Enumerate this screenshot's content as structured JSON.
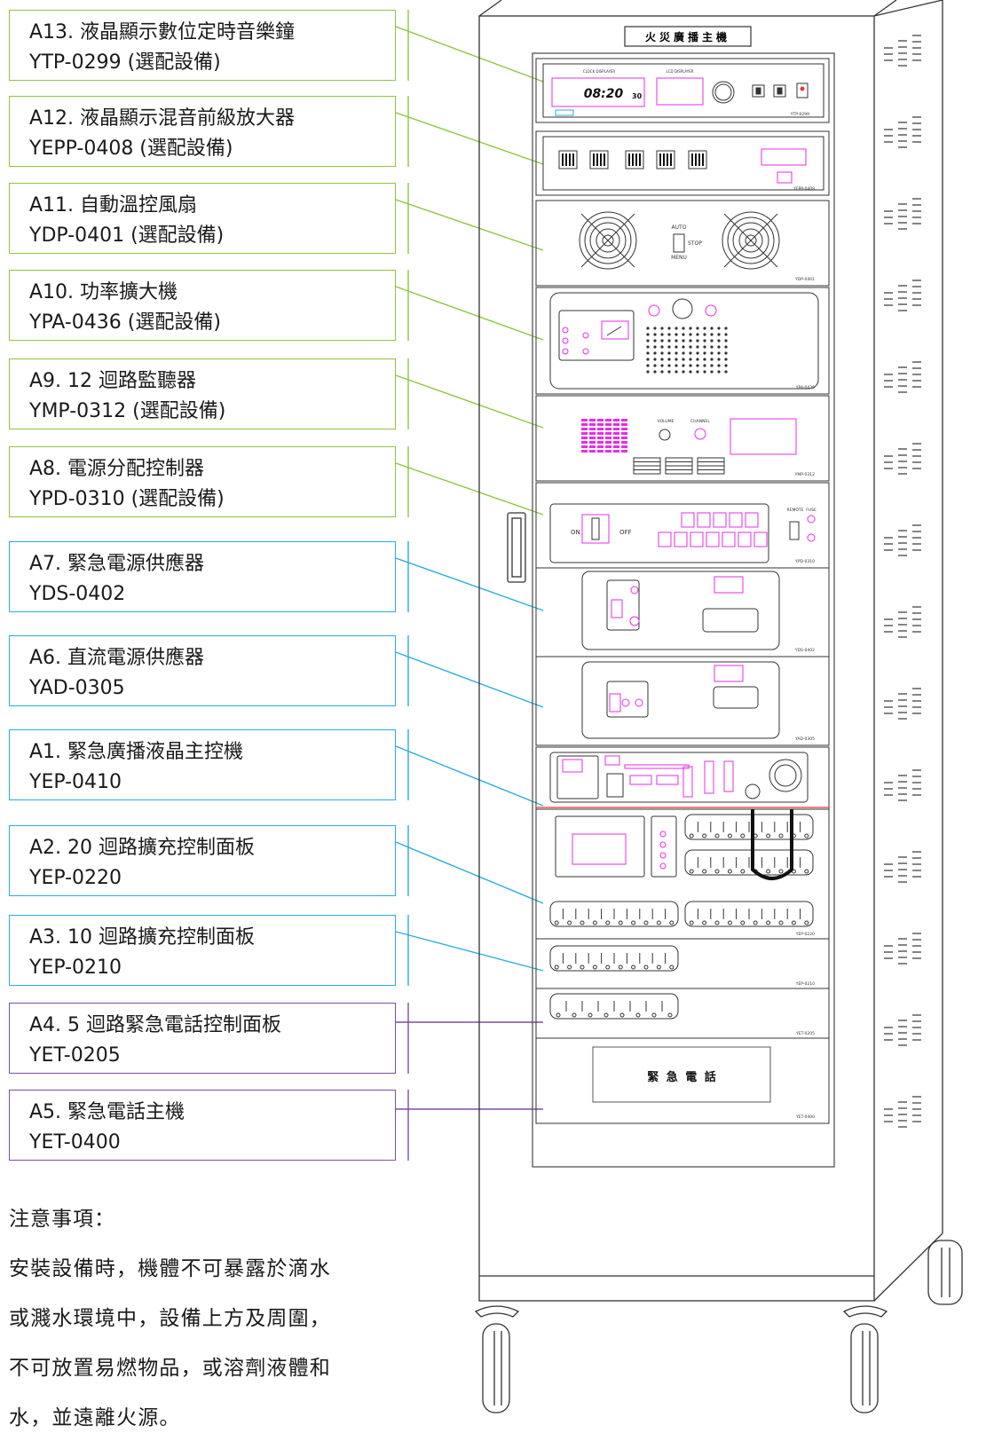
{
  "labels": [
    {
      "line1": "A13. 液晶顯示數位定時音樂鐘",
      "line2": "YTP-0299 (選配設備)",
      "color": "green"
    },
    {
      "line1": "A12. 液晶顯示混音前級放大器",
      "line2": "YEPP-0408 (選配設備)",
      "color": "green"
    },
    {
      "line1": "A11. 自動溫控風扇",
      "line2": "YDP-0401 (選配設備)",
      "color": "green"
    },
    {
      "line1": "A10. 功率擴大機",
      "line2": "YPA-0436 (選配設備)",
      "color": "green"
    },
    {
      "line1": "A9. 12 迴路監聽器",
      "line2": "YMP-0312 (選配設備)",
      "color": "green"
    },
    {
      "line1": "A8. 電源分配控制器",
      "line2": "YPD-0310 (選配設備)",
      "color": "green"
    },
    {
      "line1": "A7. 緊急電源供應器",
      "line2": "YDS-0402",
      "color": "blue"
    },
    {
      "line1": "A6. 直流電源供應器",
      "line2": "YAD-0305",
      "color": "blue"
    },
    {
      "line1": "A1. 緊急廣播液晶主控機",
      "line2": "YEP-0410",
      "color": "blue"
    },
    {
      "line1": "A2. 20 迴路擴充控制面板",
      "line2": "YEP-0220",
      "color": "blue"
    },
    {
      "line1": "A3. 10 迴路擴充控制面板",
      "line2": "YEP-0210",
      "color": "blue"
    },
    {
      "line1": "A4. 5 迴路緊急電話控制面板",
      "line2": "YET-0205",
      "color": "purple"
    },
    {
      "line1": "A5. 緊急電話主機",
      "line2": "YET-0400",
      "color": "purple"
    }
  ],
  "notes": {
    "title": "注意事項：",
    "lines": [
      "安裝設備時，機體不可暴露於滴水",
      "或濺水環境中，設備上方及周圍，",
      "不可放置易燃物品，或溶劑液體和",
      "水，並遠離火源。"
    ]
  },
  "rack": {
    "top_plate": "火災廣播主機",
    "clock_time": "08:20",
    "clock_sec": "30",
    "clock_header": "CLOCK DISPLAYER",
    "lcd_header": "LCD DISPLAYER",
    "fan_auto": "AUTO",
    "fan_stop": "STOP",
    "fan_menu": "MENU",
    "pd_on": "ON",
    "pd_off": "OFF",
    "pd_remote": "REMOTE",
    "pd_fuse": "FUSE",
    "mp_volume": "VOLUME",
    "mp_channel": "CHANNEL",
    "phone_label": "緊 急 電 話",
    "models": [
      "YTP-0299",
      "YEPP-0408",
      "YDP-0401",
      "YPA-0436",
      "YMP-0312",
      "YPD-0310",
      "YDS-0402",
      "YAD-0305",
      "YEP-0220",
      "YEP-0210",
      "YET-0205",
      "YET-0400"
    ]
  },
  "colors": {
    "green": "#8cc63f",
    "blue": "#29abe2",
    "purple": "#7b4fa0",
    "magenta": "#e62ee6",
    "red": "#e53935"
  }
}
